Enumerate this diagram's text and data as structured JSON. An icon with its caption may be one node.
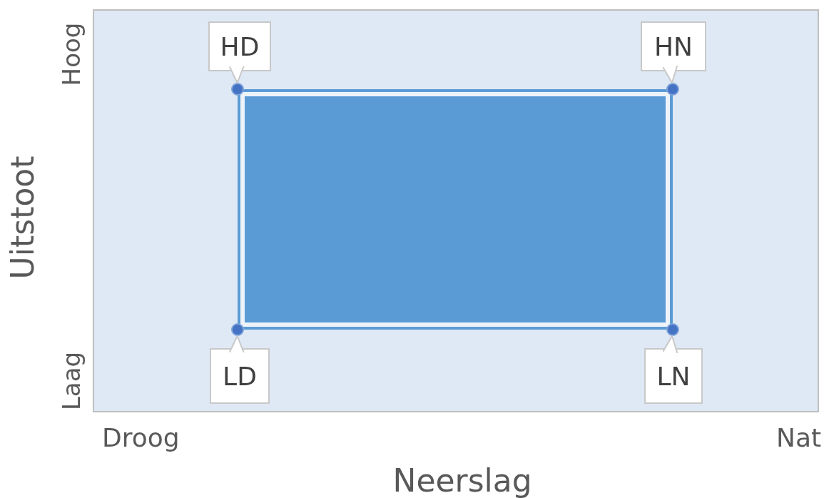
{
  "diagram": {
    "nodes": [
      {
        "text": [],
        "shape": "box"
      },
      {
        "text": [
          "HD"
        ]
      },
      {
        "text": [
          "HN"
        ]
      },
      {
        "text": [
          "LD"
        ]
      },
      {
        "text": [
          "LN"
        ]
      },
      {
        "text": [],
        "shape": "circle"
      },
      {
        "text": [],
        "shape": "circle"
      },
      {
        "text": [],
        "shape": "circle"
      },
      {
        "text": [],
        "shape": "circle"
      }
    ],
    "edges": [
      {
        "from": 1,
        "to": 5,
        "arrow": "to"
      },
      {
        "from": 2,
        "to": 6,
        "arrow": "to"
      },
      {
        "from": 3,
        "to": 7,
        "arrow": "to"
      },
      {
        "from": 4,
        "to": 8,
        "arrow": "to"
      }
    ],
    "labels": [
      "Hoog",
      "Laag",
      "Uitstoot",
      "Droog",
      "Nat",
      "Neerslag"
    ]
  }
}
